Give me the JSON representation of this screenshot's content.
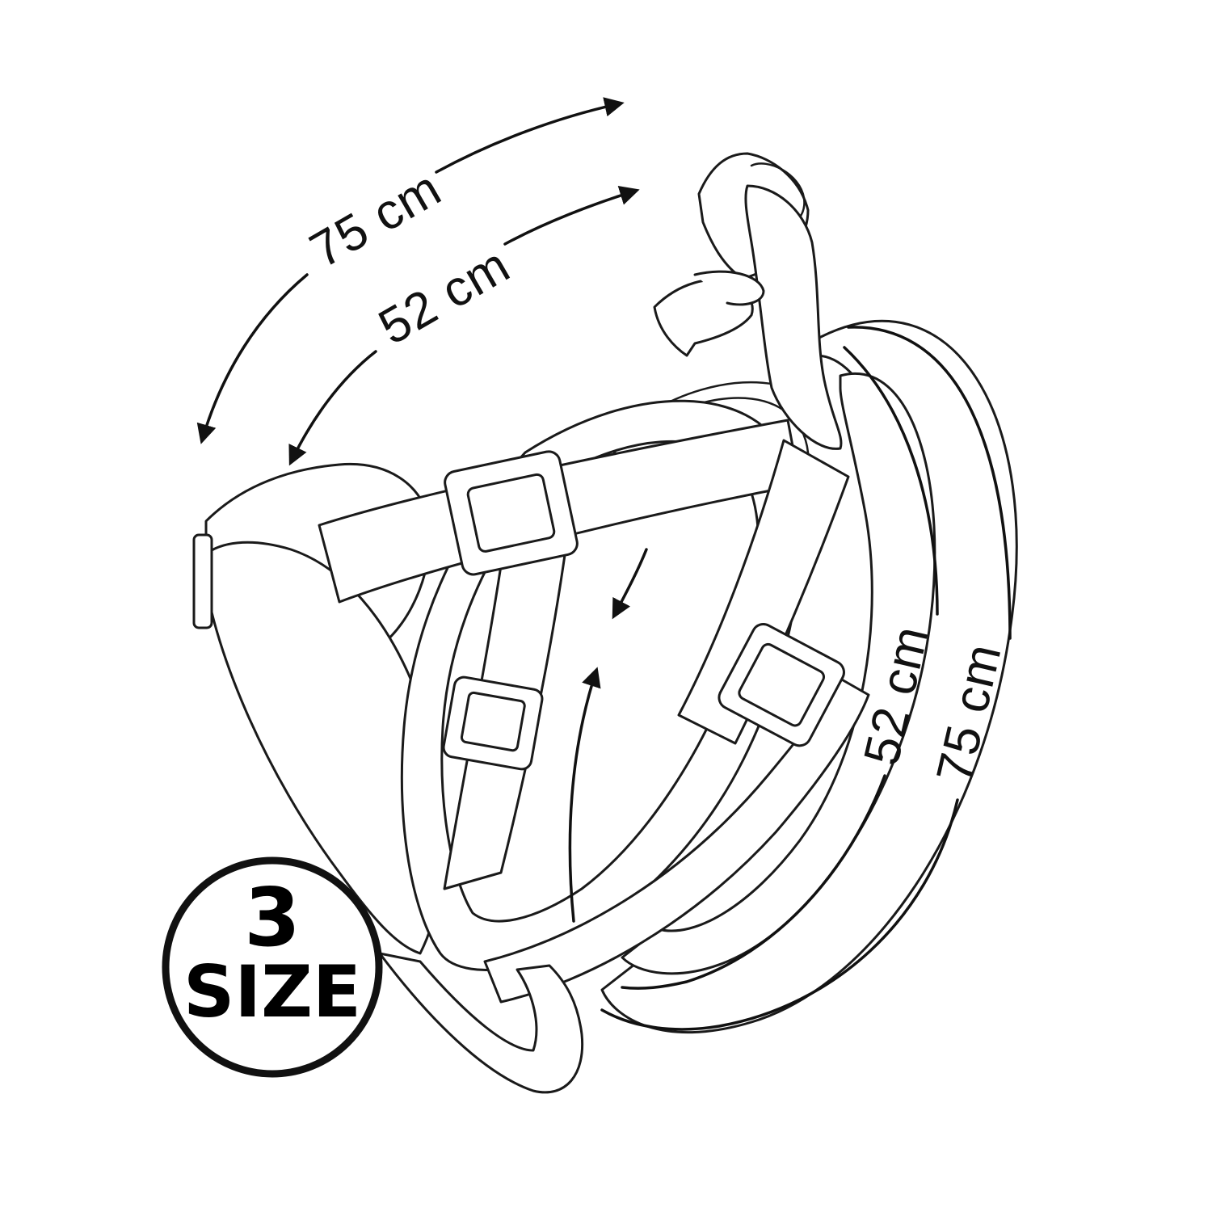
{
  "dimensions": {
    "top_outer_label": "75 cm",
    "top_inner_label": "52 cm",
    "right_inner_label": "52 cm",
    "right_outer_label": "75 cm"
  },
  "badge": {
    "number": "3",
    "word": "SIZE"
  },
  "colors": {
    "line": "#1a1a1a",
    "background": "#ffffff"
  }
}
